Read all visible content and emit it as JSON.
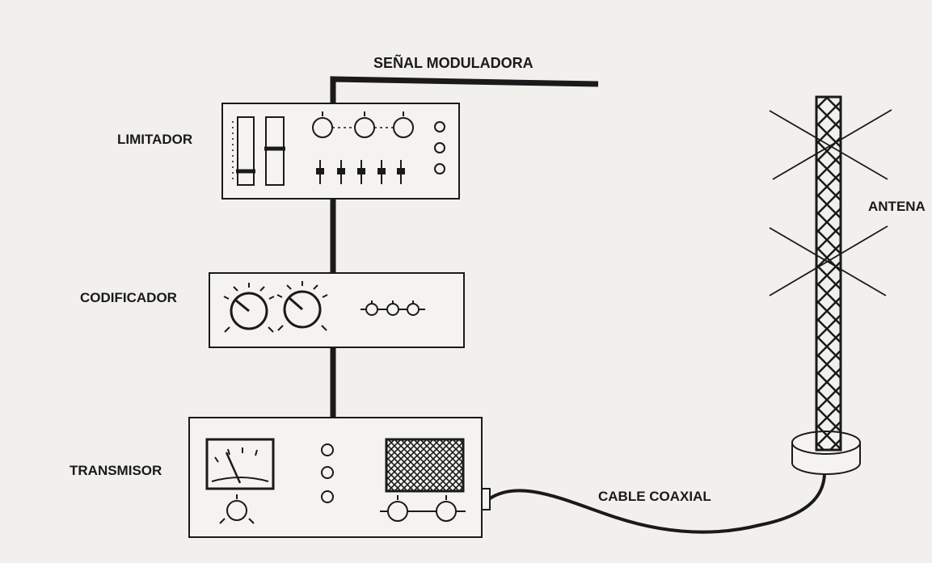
{
  "labels": {
    "input_signal": "SEÑAL MODULADORA",
    "limiter": "LIMITADOR",
    "encoder": "CODIFICADOR",
    "transmitter": "TRANSMISOR",
    "antenna": "ANTENA",
    "cable": "CABLE COAXIAL"
  },
  "colors": {
    "ink": "#1a1a1a",
    "paper": "#f1f0ec",
    "panel": "#f4f3ef"
  },
  "icons": {
    "limiter_knobs": "dial-icon",
    "limiter_faders": "fader-icon",
    "encoder_dials": "rotary-dial-icon",
    "transmitter_meter": "analog-meter-icon",
    "transmitter_speaker": "speaker-grille-icon"
  }
}
